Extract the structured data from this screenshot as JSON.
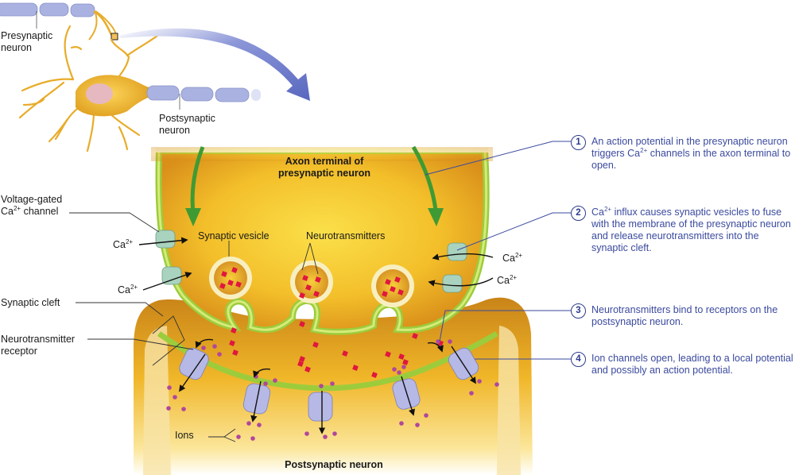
{
  "title": "Synaptic transmission at a chemical synapse",
  "colors": {
    "step_text": "#3b4a9e",
    "step_circle": "#2d3a8c",
    "cytoplasm": "#f2b42a",
    "membrane": "#9ccc3c",
    "myelin": "#a9b2e0",
    "neurotransmitter": "#e0173f",
    "ion": "#b0479c",
    "ca_channel": "#a9d3bf",
    "receptor": "#b6b8e6",
    "zoom_arrow": "#6a78c8"
  },
  "overview": {
    "presynaptic_label_1": "Presynaptic",
    "presynaptic_label_2": "neuron",
    "postsynaptic_label_1": "Postsynaptic",
    "postsynaptic_label_2": "neuron"
  },
  "labels": {
    "axon_terminal_1": "Axon terminal of",
    "axon_terminal_2": "presynaptic neuron",
    "voltage_gated_1": "Voltage-gated",
    "voltage_gated_ca": "Ca",
    "voltage_gated_sup": "2+",
    "voltage_gated_2": " channel",
    "ca": "Ca",
    "ca_sup": "2+",
    "synaptic_vesicle": "Synaptic vesicle",
    "neurotransmitters": "Neurotransmitters",
    "synaptic_cleft": "Synaptic cleft",
    "nt_receptor_1": "Neurotransmitter",
    "nt_receptor_2": "receptor",
    "ions": "Ions",
    "postsynaptic_neuron": "Postsynaptic neuron"
  },
  "steps": [
    {
      "number": "1",
      "pre": "An action potential in the presynaptic neuron triggers Ca",
      "sup": "2+",
      "post": " channels in the axon terminal to open."
    },
    {
      "number": "2",
      "pre": "Ca",
      "sup": "2+",
      "post": " influx causes synaptic vesicles to fuse with the membrane of the presynaptic neuron and release neurotransmitters into the synaptic cleft."
    },
    {
      "number": "3",
      "pre": "Neurotransmitters bind to receptors on the postsynaptic neuron.",
      "sup": "",
      "post": ""
    },
    {
      "number": "4",
      "pre": "Ion channels open, leading to a local potential and possibly an action potential.",
      "sup": "",
      "post": ""
    }
  ]
}
